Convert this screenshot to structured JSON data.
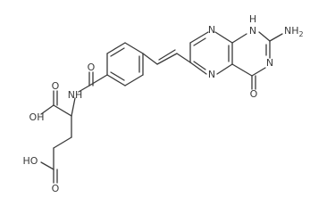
{
  "molecule": {
    "atom_labels": {
      "nh_ring": "N",
      "nh_ring_h": "H",
      "nh2": "NH",
      "nh2_sub": "2",
      "n_ring_right": "N",
      "n_pteridine_top": "N",
      "n_pteridine_bottom": "N",
      "o_keto": "O",
      "o_amide": "O",
      "nh_amide": "NH",
      "oh_acid_top": "OH",
      "o_acid_top": "O",
      "oh_acid_bottom": "HO",
      "o_acid_bottom": "O"
    },
    "colors": {
      "bond": "#3a3a3a",
      "text": "#3a3a3a"
    }
  }
}
